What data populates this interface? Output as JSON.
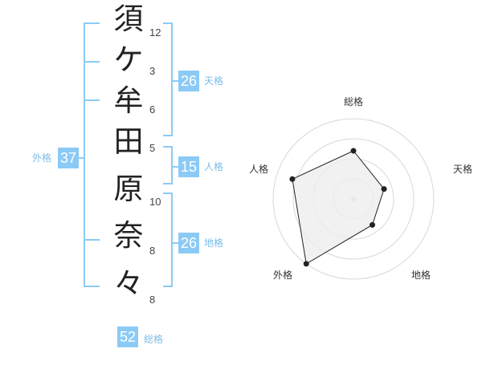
{
  "name": {
    "characters": [
      {
        "char": "須",
        "strokes": "12"
      },
      {
        "char": "ケ",
        "strokes": "3"
      },
      {
        "char": "牟",
        "strokes": "6"
      },
      {
        "char": "田",
        "strokes": "5"
      },
      {
        "char": "原",
        "strokes": "10"
      },
      {
        "char": "奈",
        "strokes": "8"
      },
      {
        "char": "々",
        "strokes": "8"
      }
    ]
  },
  "scores": {
    "tenkaku": {
      "value": "26",
      "label": "天格"
    },
    "jinkaku": {
      "value": "15",
      "label": "人格"
    },
    "chikaku": {
      "value": "26",
      "label": "地格"
    },
    "gaikaku": {
      "value": "37",
      "label": "外格"
    },
    "soukaku": {
      "value": "52",
      "label": "総格"
    }
  },
  "chart_data": {
    "type": "radar",
    "axes": [
      "総格",
      "天格",
      "地格",
      "外格",
      "人格"
    ],
    "values": [
      0.6,
      0.4,
      0.4,
      1.0,
      0.8
    ],
    "rings": 4,
    "colors": {
      "fill": "#eeeeee",
      "line": "#222222",
      "ring": "#d8d8d8"
    }
  },
  "colors": {
    "accent": "#8ccaf6",
    "accent_text": "#7cbde8"
  }
}
